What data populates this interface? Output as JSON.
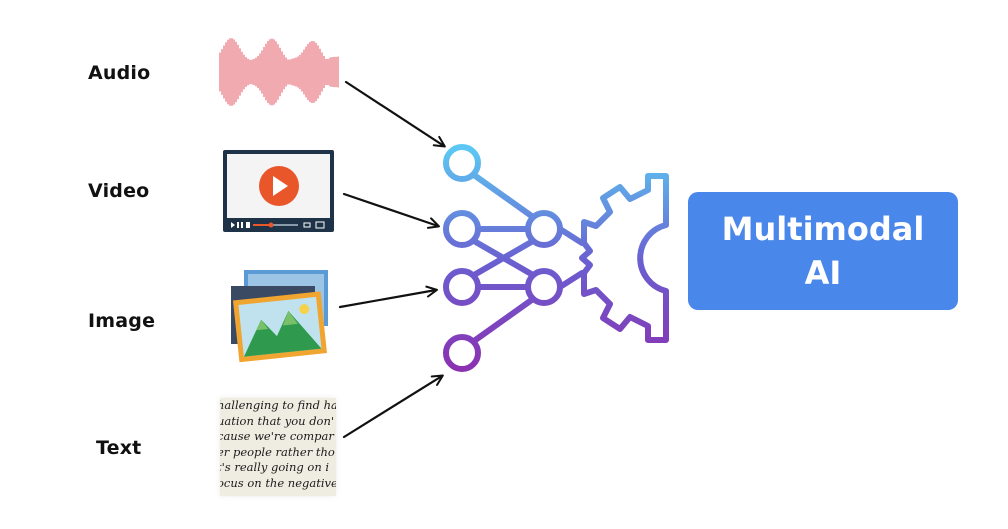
{
  "inputs": {
    "audio": {
      "label": "Audio",
      "icon": "audio-waveform-icon"
    },
    "video": {
      "label": "Video",
      "icon": "video-player-icon"
    },
    "image": {
      "label": "Image",
      "icon": "image-gallery-icon"
    },
    "text": {
      "label": "Text",
      "icon": "text-document-icon",
      "snippet_lines": [
        "hallenging  to find hap",
        "uation  that  you don'",
        "cause  we're compar",
        "er people rather tho",
        "t's really going on i",
        "ocus on the negative"
      ]
    }
  },
  "output": {
    "lines": [
      "Multimodal",
      "AI"
    ]
  },
  "colors": {
    "output_box": "#4a87ea",
    "waveform": "#e8707a",
    "video_play": "#e8562a",
    "network_gradient_top": "#5cc7f2",
    "network_gradient_bottom": "#8c2fb0"
  }
}
